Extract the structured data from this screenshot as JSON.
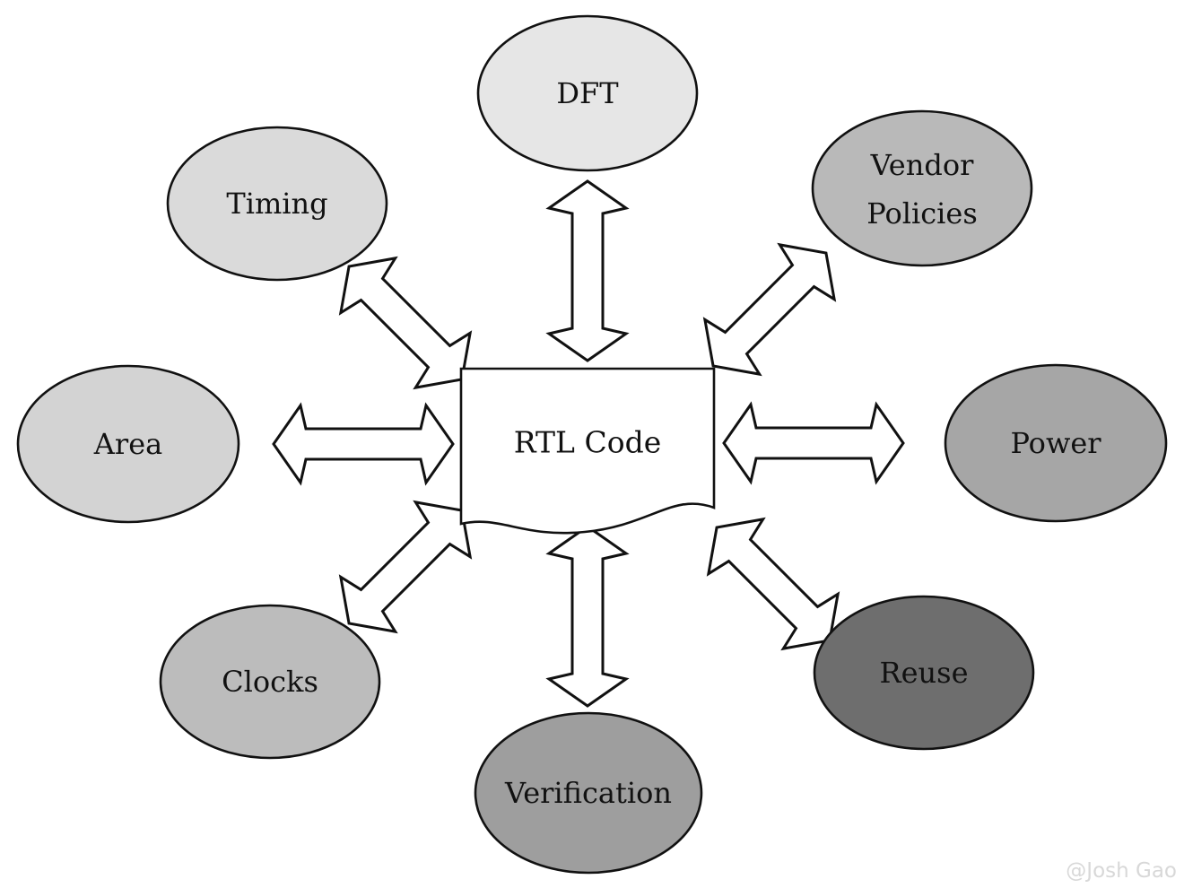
{
  "center": {
    "label": "RTL Code"
  },
  "nodes": [
    {
      "id": "dft",
      "label": "DFT",
      "fill": "#e6e6e6"
    },
    {
      "id": "vendor-policies",
      "label": "Vendor Policies",
      "lines": [
        "Vendor",
        "Policies"
      ],
      "fill": "#b9b9b9"
    },
    {
      "id": "power",
      "label": "Power",
      "fill": "#a6a6a6"
    },
    {
      "id": "reuse",
      "label": "Reuse",
      "fill": "#6e6e6e"
    },
    {
      "id": "verification",
      "label": "Verification",
      "fill": "#9e9e9e"
    },
    {
      "id": "clocks",
      "label": "Clocks",
      "fill": "#bcbcbc"
    },
    {
      "id": "area",
      "label": "Area",
      "fill": "#d3d3d3"
    },
    {
      "id": "timing",
      "label": "Timing",
      "fill": "#dadada"
    }
  ],
  "watermark": "@Josh Gao",
  "colors": {
    "outline": "#111111",
    "arrow_fill": "#ffffff",
    "background": "#ffffff",
    "watermark_text": "#d8d8d8"
  }
}
